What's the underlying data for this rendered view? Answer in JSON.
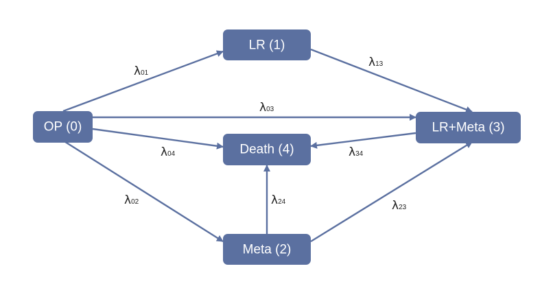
{
  "diagram": {
    "colors": {
      "node_fill": "#5b70a0",
      "node_text": "#ffffff",
      "edge": "#5b70a0",
      "label": "#222222"
    },
    "nodes": {
      "op": "OP (0)",
      "lr": "LR (1)",
      "meta": "Meta (2)",
      "lrmeta": "LR+Meta (3)",
      "death": "Death (4)"
    },
    "edges": {
      "e01": {
        "symbol": "λ",
        "sub": "01"
      },
      "e02": {
        "symbol": "λ",
        "sub": "02"
      },
      "e03": {
        "symbol": "λ",
        "sub": "03"
      },
      "e04": {
        "symbol": "λ",
        "sub": "04"
      },
      "e13": {
        "symbol": "λ",
        "sub": "13"
      },
      "e23": {
        "symbol": "λ",
        "sub": "23"
      },
      "e24": {
        "symbol": "λ",
        "sub": "24"
      },
      "e34": {
        "symbol": "λ",
        "sub": "34"
      }
    }
  }
}
